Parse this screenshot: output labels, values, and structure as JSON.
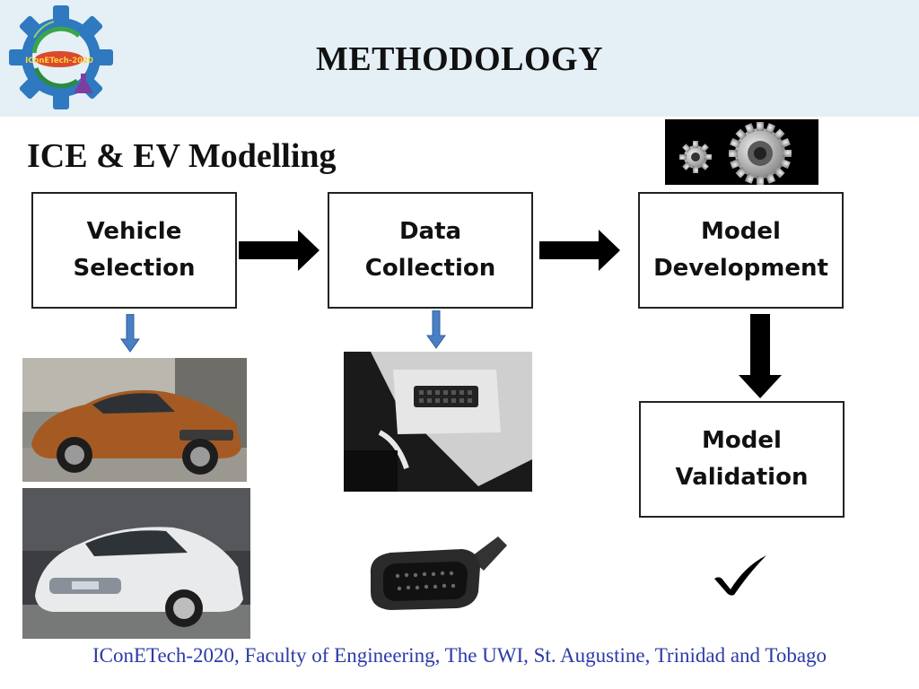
{
  "header": {
    "title": "METHODOLOGY",
    "logo_text": "IConETech-2020"
  },
  "main": {
    "subtitle": "ICE & EV Modelling",
    "steps": [
      {
        "id": "vehicle-selection",
        "label": "Vehicle\nSelection"
      },
      {
        "id": "data-collection",
        "label": "Data\nCollection"
      },
      {
        "id": "model-development",
        "label": "Model\nDevelopment"
      },
      {
        "id": "model-validation",
        "label": "Model\nValidation"
      }
    ],
    "icons": [
      "gears-icon",
      "check-mark-icon",
      "obd-connector-icon"
    ]
  },
  "footer": {
    "text": "IConETech-2020, Faculty of Engineering, The UWI, St. Augustine, Trinidad and Tobago"
  },
  "colors": {
    "header_band": "#e4f0f6",
    "small_arrow": "#4a7fc4",
    "footer_text": "#2b3aa8",
    "logo_gear": "#2f79c0"
  }
}
